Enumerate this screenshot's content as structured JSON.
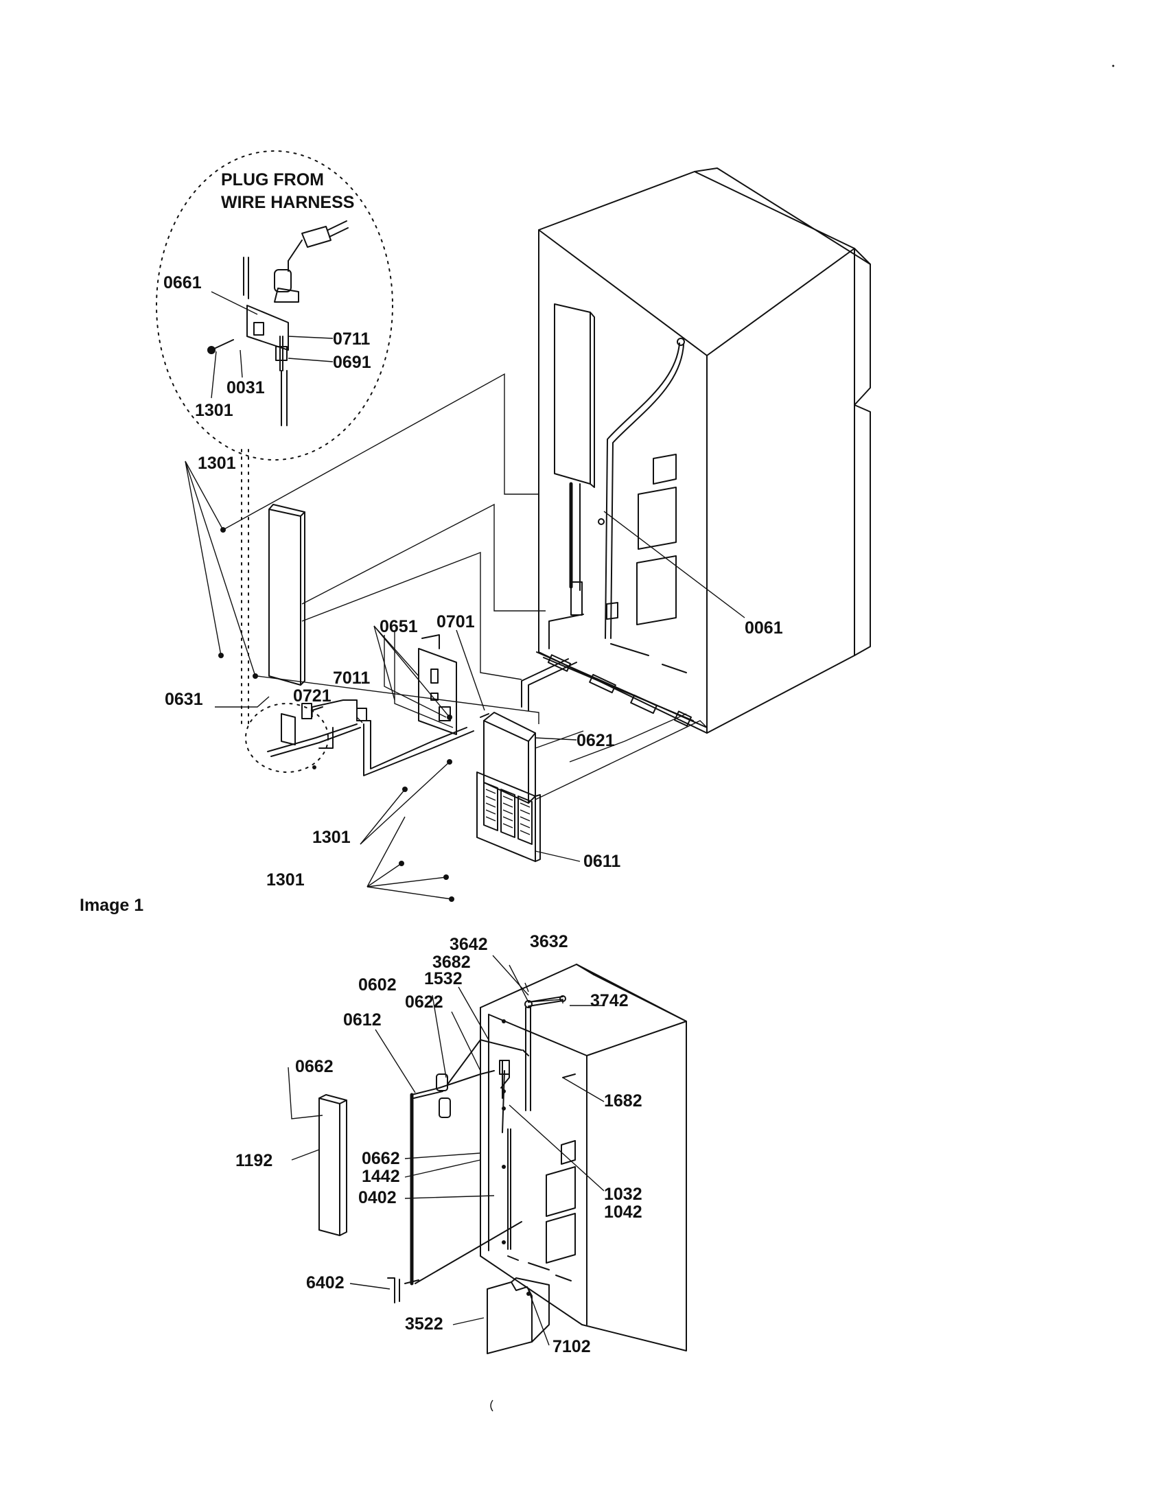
{
  "callouts": {
    "plug_from": "PLUG FROM",
    "wire_harness": "WIRE HARNESS",
    "image1": "Image 1"
  },
  "parts_top": {
    "p0661": "0661",
    "p0711": "0711",
    "p0691": "0691",
    "p0031": "0031",
    "p1301_detail": "1301",
    "p1301_side": "1301",
    "p0061": "0061",
    "p0651": "0651",
    "p0701": "0701",
    "p0631": "0631",
    "p0721": "0721",
    "p7011": "7011",
    "p0621": "0621",
    "p1301_low": "1301",
    "p0611": "0611",
    "p1301_bottom": "1301"
  },
  "parts_bottom": {
    "p3642": "3642",
    "p3632": "3632",
    "p3682": "3682",
    "p1532": "1532",
    "p3742": "3742",
    "p0602": "0602",
    "p0622": "0622",
    "p0612": "0612",
    "p0662_top": "0662",
    "p1682": "1682",
    "p1192": "1192",
    "p0662_mid": "0662",
    "p1442": "1442",
    "p0402": "0402",
    "p1032": "1032",
    "p1042": "1042",
    "p6402": "6402",
    "p3522": "3522",
    "p7102": "7102"
  }
}
